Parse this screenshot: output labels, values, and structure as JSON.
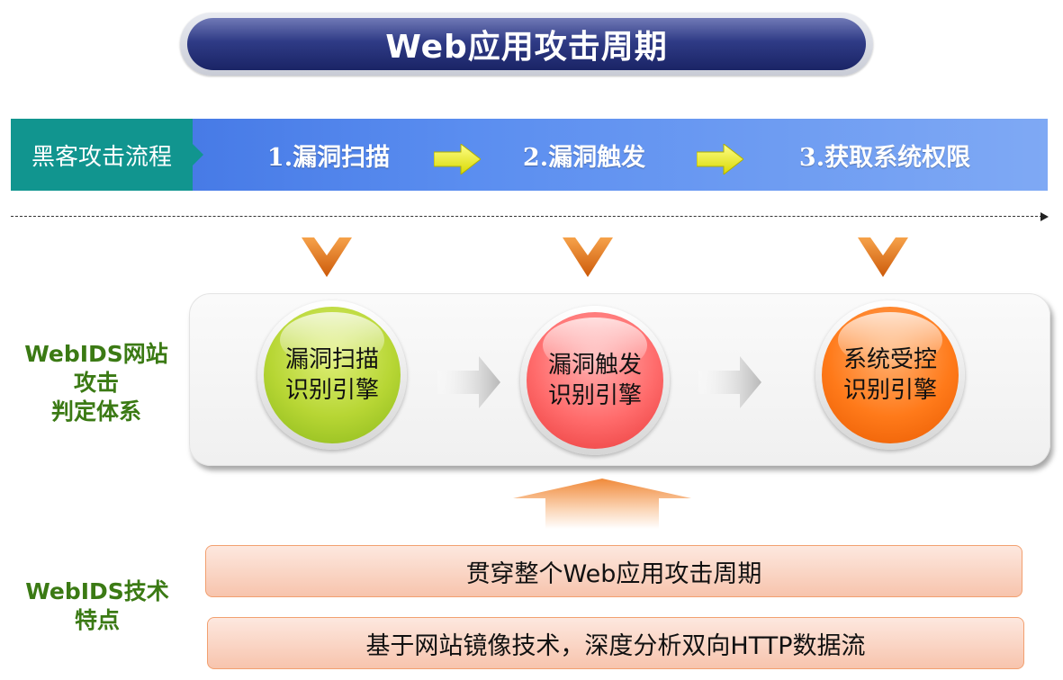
{
  "title": "Web应用攻击周期",
  "process": {
    "label": "黑客攻击流程",
    "steps": [
      "1.漏洞扫描",
      "2.漏洞触发",
      "3.获取系统权限"
    ]
  },
  "engines": [
    {
      "line1": "漏洞扫描",
      "line2": "识别引擎",
      "color": "green"
    },
    {
      "line1": "漏洞触发",
      "line2": "识别引擎",
      "color": "red"
    },
    {
      "line1": "系统受控",
      "line2": "识别引擎",
      "color": "orange"
    }
  ],
  "side_labels": {
    "engine_system": [
      "WebIDS网站",
      "攻击",
      "判定体系"
    ],
    "features_title": [
      "WebIDS技术",
      "特点"
    ]
  },
  "features": [
    "贯穿整个Web应用攻击周期",
    "基于网站镜像技术，深度分析双向HTTP数据流"
  ],
  "colors": {
    "title_bg": "#2f3b86",
    "process_label_bg": "#11958f",
    "process_bar": "#5b8ef0",
    "side_label_text": "#3b7a14",
    "chevron": "#e07a1e"
  }
}
